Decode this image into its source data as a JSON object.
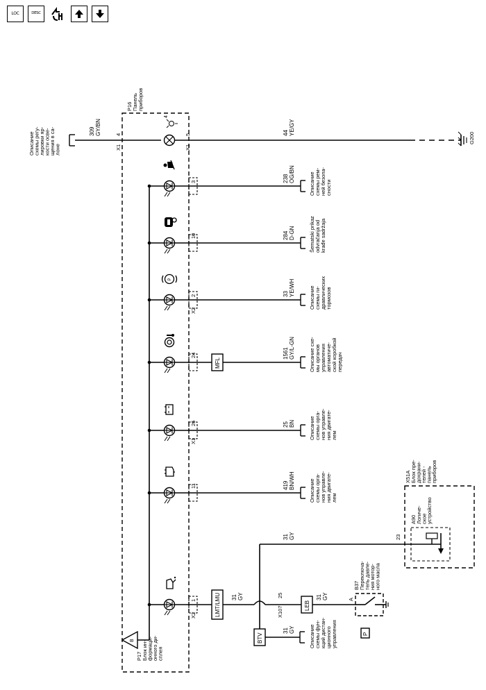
{
  "toolbar": {
    "loc_label": "LOC",
    "desc_label": "DESC",
    "buttons": [
      "loc-button",
      "desc-button",
      "connector-tool-icon",
      "arrow-up-icon",
      "arrow-down-icon"
    ]
  },
  "diagram": {
    "panel": {
      "code": "P16",
      "name_line1": "Панель",
      "name_line2": "приборов"
    },
    "info_block": {
      "code": "P17",
      "line1": "Блок ин-",
      "line2": "формаци-",
      "line3": "онного ди-",
      "line4": "сплея",
      "pin": "B"
    },
    "top_circuit": {
      "desc": [
        "Описание",
        "схемы регу-",
        "лировки яр-",
        "кости осве-",
        "щения в са-",
        "лоне"
      ],
      "wire_num": "309",
      "wire_color": "GY/BN",
      "conn_left": "X1",
      "pin_left": "4",
      "conn_right": "X1",
      "pin_right": "5",
      "out_num": "44",
      "out_color": "YE/GY",
      "ground": "G200"
    },
    "branches": [
      {
        "icon": "seatbelt-icon",
        "pin": "3",
        "conn": "",
        "num": "238",
        "color": "OG/BN",
        "desc": [
          "Описание",
          "схемы рем-",
          "ней безопа-",
          "сности"
        ]
      },
      {
        "icon": "security-car-icon",
        "pin": "10",
        "conn": "",
        "num": "284",
        "color": "D-GN",
        "desc": [
          "Šematski prikaz",
          "odvračanja od",
          "krađe sadržaja"
        ]
      },
      {
        "icon": "brake-icon",
        "pin": "2",
        "conn": "X2",
        "num": "33",
        "color": "YE/WH",
        "desc": [
          "Описание",
          "схемы ги-",
          "дравлических",
          "тормозов"
        ]
      },
      {
        "icon": "transmission-icon",
        "pin": "24",
        "conn": "",
        "num": "1561",
        "color": "GY/L-GN",
        "module": "MFL",
        "desc": [
          "Описание схе-",
          "мы органов",
          "управления",
          "автоматиче-",
          "ской коробкой",
          "передач"
        ]
      },
      {
        "icon": "battery-icon",
        "pin": "26",
        "conn": "X1",
        "num": "25",
        "color": "BN",
        "desc": [
          "Описание",
          "схемы орга-",
          "нов управле-",
          "ния двигате-",
          "лем"
        ]
      },
      {
        "icon": "engine-icon",
        "pin": "11",
        "conn": "",
        "num": "419",
        "color": "BN/WH",
        "desc": [
          "Описание",
          "схемы орга-",
          "нов управле-",
          "ния двигате-",
          "лем"
        ]
      },
      {
        "icon": "oil-pressure-icon",
        "pin": "1",
        "conn": "X2",
        "num": "31",
        "color": "GY",
        "module": "LMT/LMU",
        "desc": []
      }
    ],
    "oil_circuit": {
      "wire1_num": "31",
      "wire1_color": "GY",
      "wire2_num": "31",
      "wire2_color": "GY",
      "wire3_num": "31",
      "wire3_color": "GY",
      "wire4_num": "31",
      "wire4_color": "GY",
      "splice": "X107",
      "splice_pin": "25",
      "module_leb": "LEB",
      "module_btv": "BTV",
      "btv_desc": [
        "Описание",
        "схемы фун-",
        "кций дистан-",
        "ционного",
        "управления"
      ],
      "switch_code": "B37",
      "switch_pin": "A",
      "switch_desc": [
        "Переключа-",
        "тель давле-",
        "ния мотор-",
        "ного масла"
      ],
      "switch_tag": "P"
    },
    "fuse_block": {
      "code": "X51A",
      "desc": [
        "Блок пре-",
        "дохрани-",
        "телей -",
        "панель",
        "приборов"
      ],
      "logic_code": "A90",
      "logic_desc": [
        "Логиче-",
        "ское",
        "устройство"
      ],
      "pin": "23"
    }
  }
}
